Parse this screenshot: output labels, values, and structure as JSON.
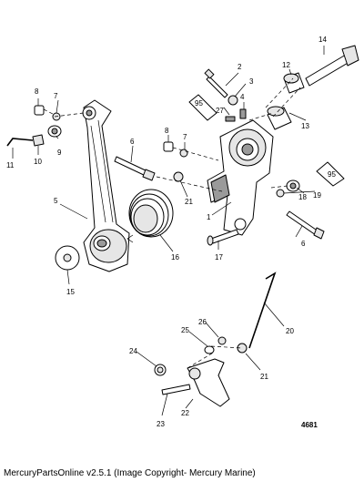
{
  "diagram": {
    "figure_number": "4681",
    "copyright": "MercuryPartsOnline v2.5.1 (Image Copyright- Mercury Marine)",
    "callouts": {
      "c1": "1",
      "c2": "2",
      "c3": "3",
      "c4": "4",
      "c5": "5",
      "c6a": "6",
      "c6b": "6",
      "c7a": "7",
      "c7b": "7",
      "c8a": "8",
      "c8b": "8",
      "c9": "9",
      "c10": "10",
      "c11": "11",
      "c12": "12",
      "c13": "13",
      "c14": "14",
      "c15": "15",
      "c16": "16",
      "c17": "17",
      "c18": "18",
      "c19": "19",
      "c20": "20",
      "c21a": "21",
      "c21b": "21",
      "c22": "22",
      "c23": "23",
      "c24": "24",
      "c25": "25",
      "c26": "26",
      "c27": "27"
    },
    "sealant_labels": {
      "tube_left": "95",
      "tube_right": "95"
    }
  }
}
